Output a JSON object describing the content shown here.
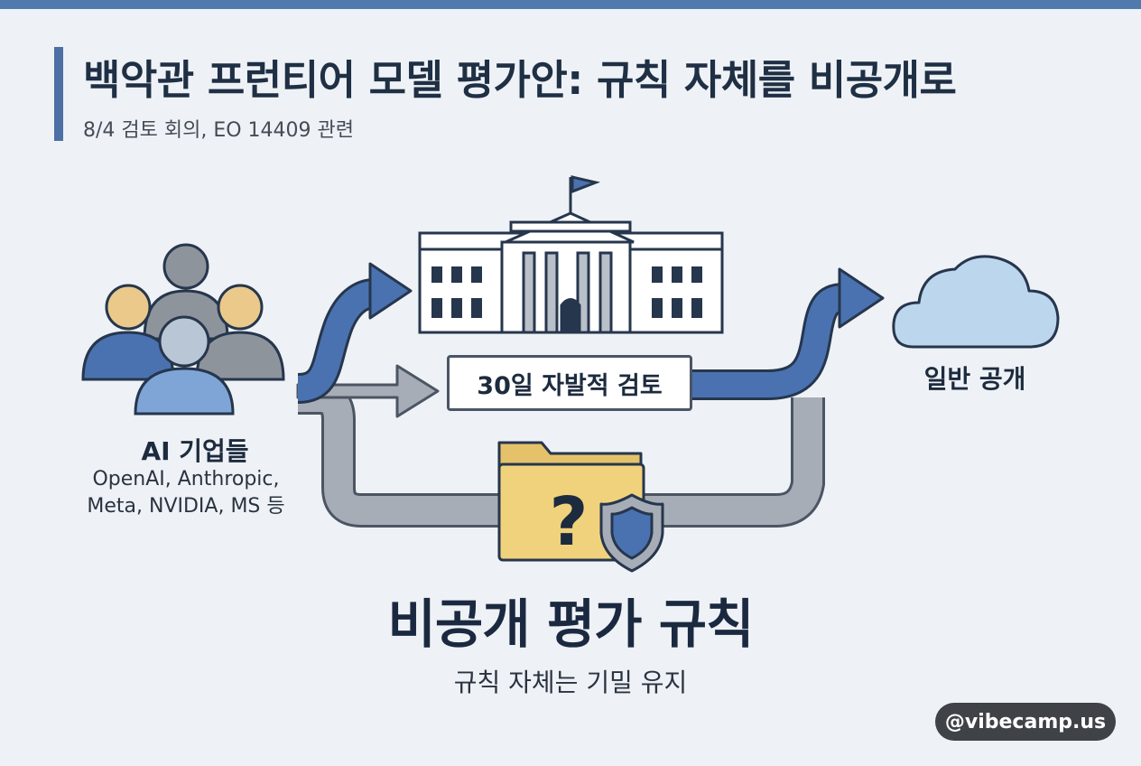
{
  "header": {
    "title": "백악관 프런티어 모델 평가안: 규칙 자체를 비공개로",
    "subtitle": "8/4 검토 회의, EO 14409 관련"
  },
  "nodes": {
    "companies": {
      "title": "AI 기업들",
      "line1": "OpenAI, Anthropic,",
      "line2": "Meta, NVIDIA, MS 등"
    },
    "review": {
      "label": "30일 자발적 검토"
    },
    "public": {
      "label": "일반 공개"
    },
    "rules": {
      "title": "비공개 평가 규칙",
      "subtitle": "규칙 자체는 기밀 유지"
    }
  },
  "watermark": {
    "text": "@vibecamp.us"
  },
  "colors": {
    "accent": "#4c6fa4",
    "blue_arrow": "#4a72b0",
    "gray_arrow": "#a7adb6",
    "folder": "#f1d27c",
    "cloud": "#bcd6ee",
    "dark": "#1f2f44"
  },
  "icons": [
    "people-group-icon",
    "white-house-icon",
    "cloud-icon",
    "folder-question-icon",
    "shield-icon"
  ]
}
